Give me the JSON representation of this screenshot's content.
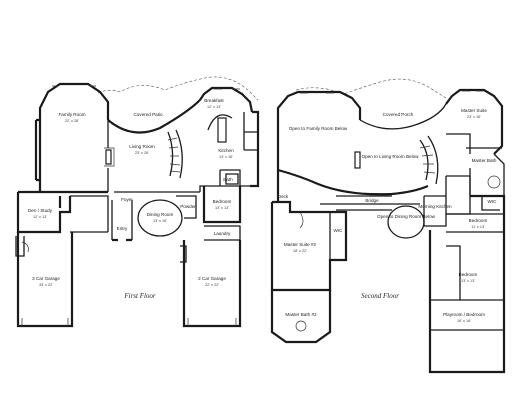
{
  "first_floor": {
    "title": "First Floor",
    "rooms": [
      {
        "key": "family_room",
        "name": "Family Room",
        "dim": "22' x 28'"
      },
      {
        "key": "covered_patio",
        "name": "Covered Patio",
        "dim": ""
      },
      {
        "key": "breakfast",
        "name": "Breakfast",
        "dim": "12' x 13'"
      },
      {
        "key": "living_room",
        "name": "Living Room",
        "dim": "23' x 26'"
      },
      {
        "key": "kitchen",
        "name": "Kitchen",
        "dim": "13' x 16'"
      },
      {
        "key": "bath",
        "name": "Bath",
        "dim": ""
      },
      {
        "key": "den_study",
        "name": "Den / Study",
        "dim": "12' x 13'"
      },
      {
        "key": "foyer",
        "name": "Foyer",
        "dim": ""
      },
      {
        "key": "entry",
        "name": "Entry",
        "dim": ""
      },
      {
        "key": "dining_room",
        "name": "Dining Room",
        "dim": "13' x 16'"
      },
      {
        "key": "powder",
        "name": "Powder",
        "dim": ""
      },
      {
        "key": "bedroom",
        "name": "Bedroom",
        "dim": "13' x 13'"
      },
      {
        "key": "laundry",
        "name": "Laundry",
        "dim": ""
      },
      {
        "key": "garage_3car",
        "name": "3 Car Garage",
        "dim": "33' x 22'"
      },
      {
        "key": "garage_2car",
        "name": "2 Car Garage",
        "dim": "22' x 22'"
      }
    ]
  },
  "second_floor": {
    "title": "Second Floor",
    "rooms": [
      {
        "key": "open_family",
        "name": "Open to Family Room Below",
        "dim": ""
      },
      {
        "key": "covered_porch",
        "name": "Covered Porch",
        "dim": ""
      },
      {
        "key": "master_suite",
        "name": "Master Suite",
        "dim": "23' x 16'"
      },
      {
        "key": "open_living",
        "name": "Open to Living Room Below",
        "dim": ""
      },
      {
        "key": "master_bath",
        "name": "Master Bath",
        "dim": ""
      },
      {
        "key": "deck",
        "name": "Deck",
        "dim": ""
      },
      {
        "key": "bridge",
        "name": "Bridge",
        "dim": ""
      },
      {
        "key": "master_suite_2",
        "name": "Master Suite #2",
        "dim": "18' x 22'"
      },
      {
        "key": "wic",
        "name": "WIC",
        "dim": ""
      },
      {
        "key": "open_dining",
        "name": "Open to Dining Room Below",
        "dim": ""
      },
      {
        "key": "morning_kitchen",
        "name": "Morning Kitchen",
        "dim": ""
      },
      {
        "key": "wic_2",
        "name": "WIC",
        "dim": ""
      },
      {
        "key": "bedroom_a",
        "name": "Bedroom",
        "dim": "11' x 13'"
      },
      {
        "key": "master_bath_2",
        "name": "Master Bath #2",
        "dim": ""
      },
      {
        "key": "bedroom_b",
        "name": "Bedroom",
        "dim": "13' x 13'"
      },
      {
        "key": "playroom",
        "name": "Playroom / Bedroom",
        "dim": "16' x 16'"
      }
    ]
  }
}
